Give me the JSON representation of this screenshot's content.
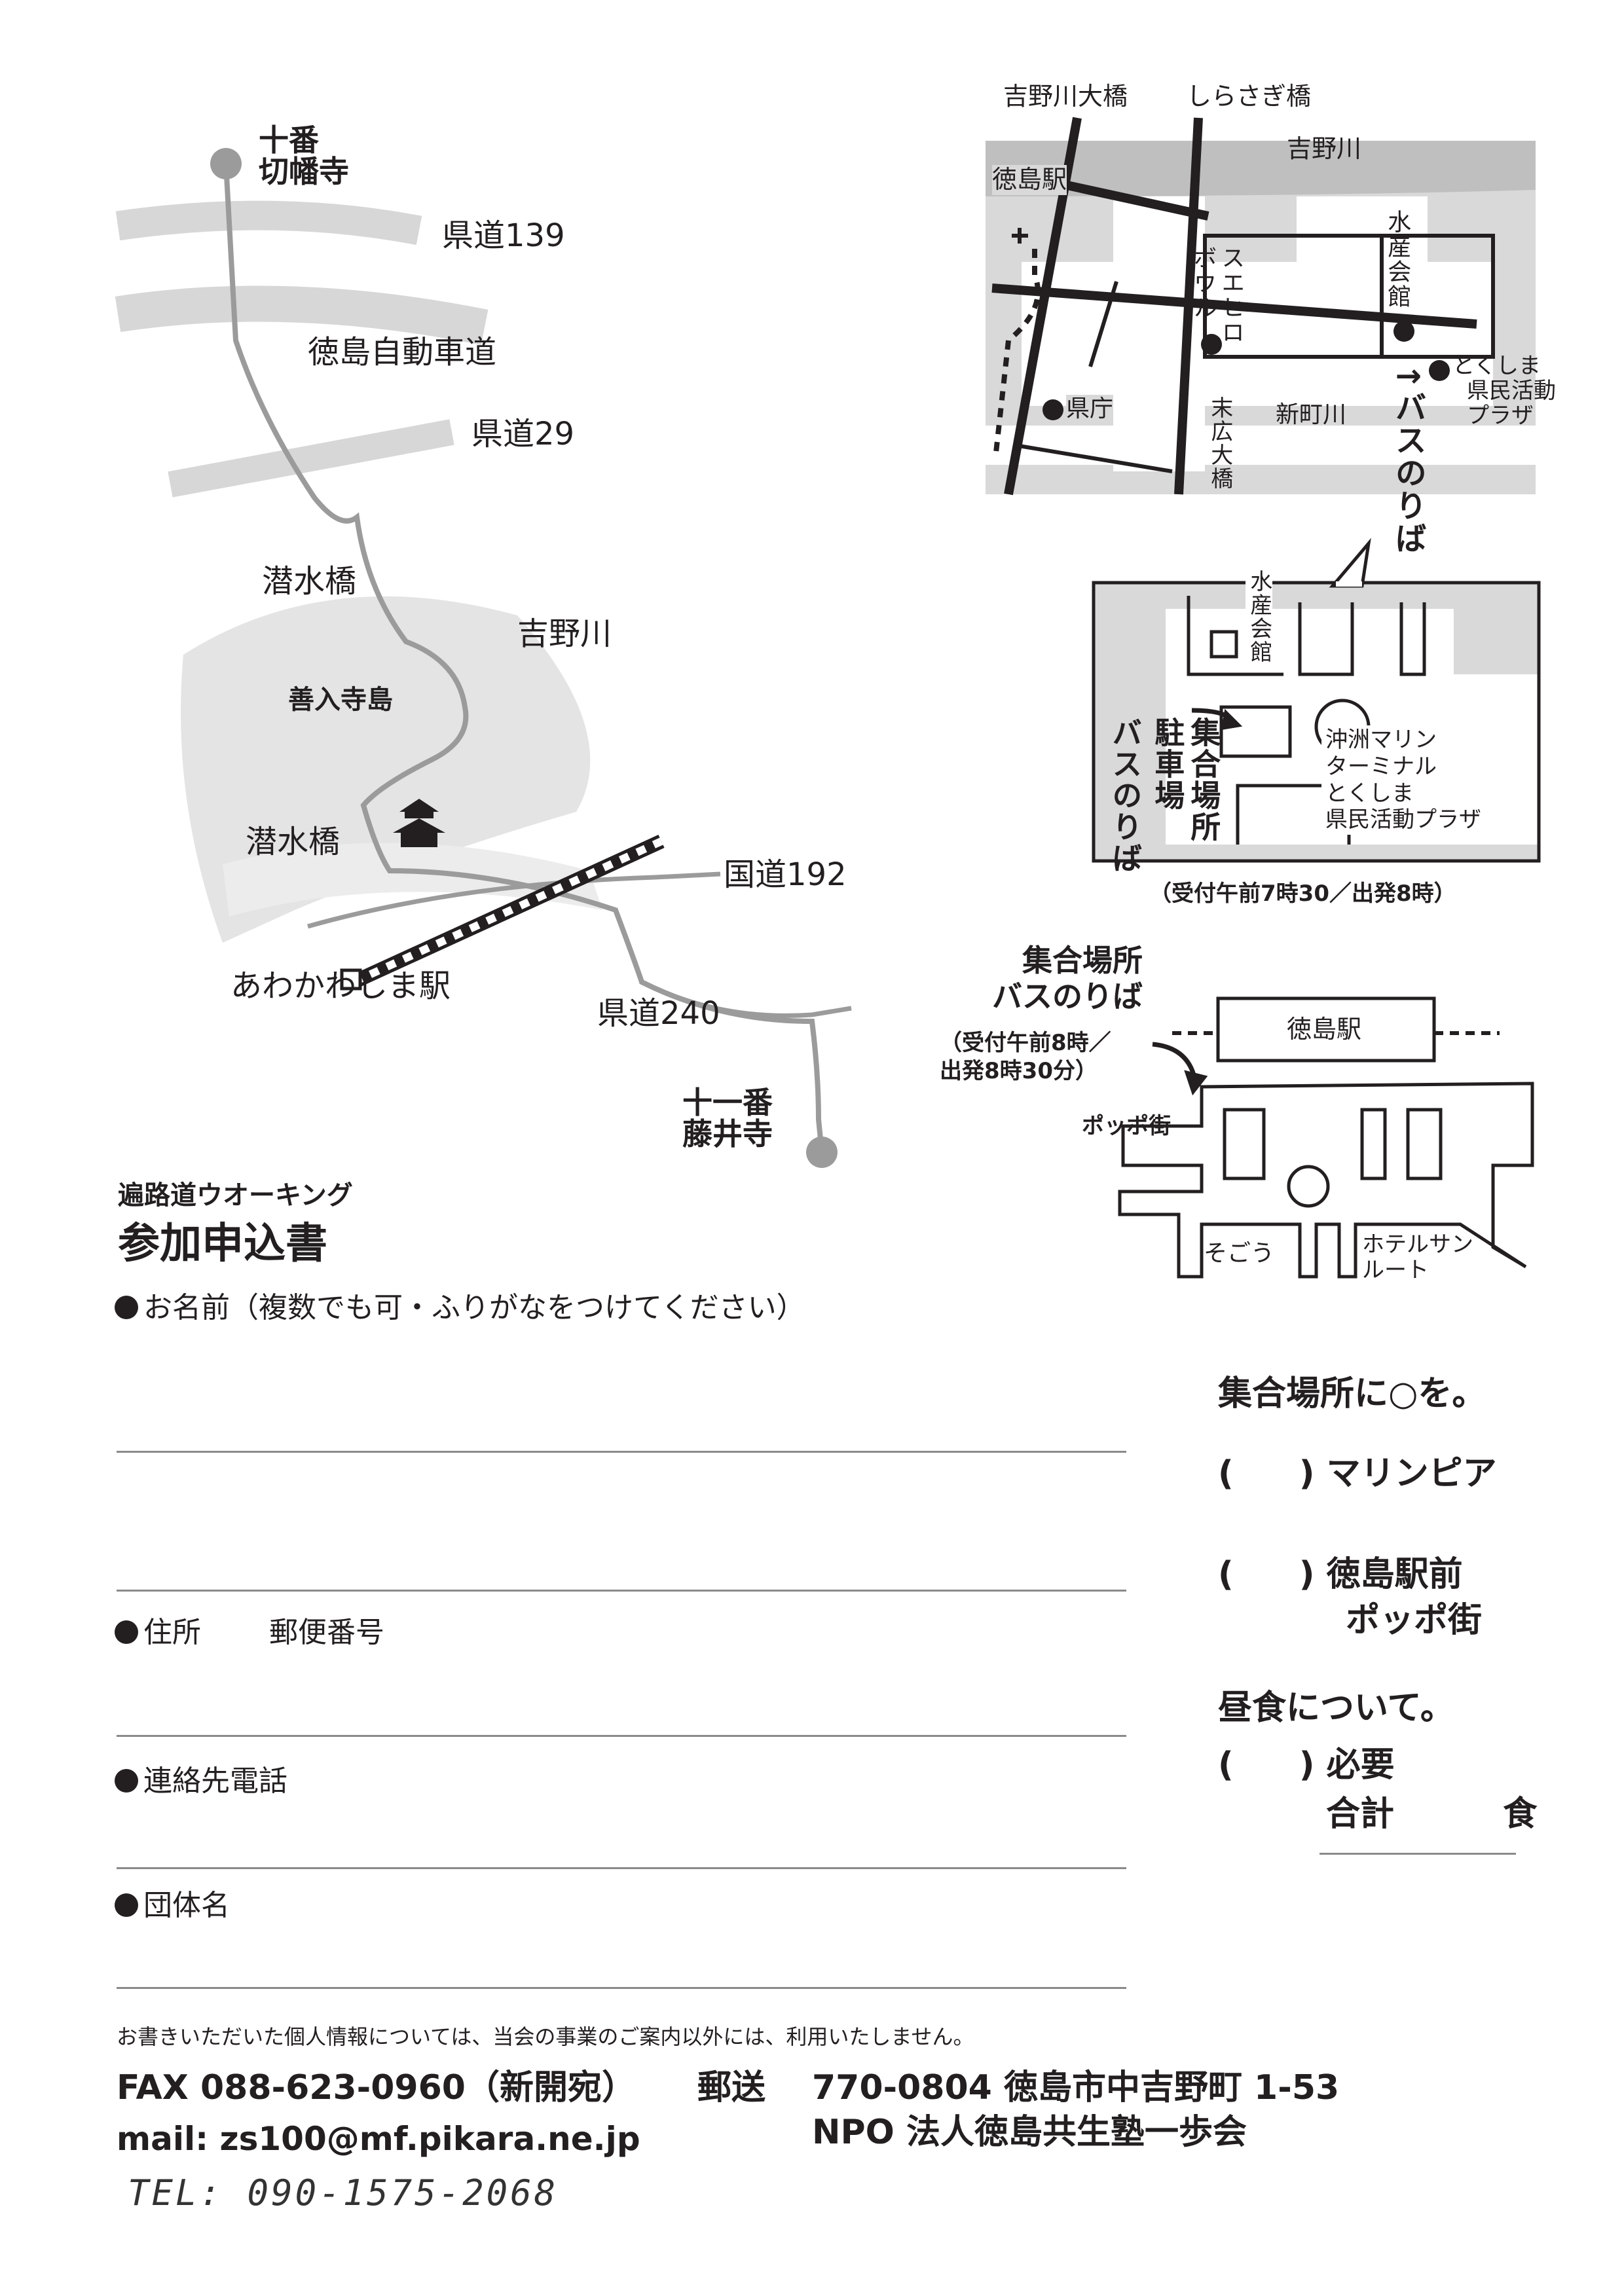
{
  "route_map": {
    "temple10": [
      "十番",
      "切幡寺"
    ],
    "temple11": [
      "十一番",
      "藤井寺"
    ],
    "road_kendo139": "県道139",
    "road_expressway": "徳島自動車道",
    "road_kendo29": "県道29",
    "bridge_upper": "潜水橋",
    "river": "吉野川",
    "island": "善入寺島",
    "bridge_lower": "潜水橋",
    "road_kokudo192": "国道192",
    "station": "あわかわしま駅",
    "road_kendo240": "県道240"
  },
  "city_map": {
    "bridge_yoshinogawa": "吉野川大橋",
    "bridge_shirasagi": "しらさぎ橋",
    "river": "吉野川",
    "tokushima_station": "徳島駅",
    "suisan_kaikan": "水産会館",
    "bowl": "ボウル",
    "sue": "スエヒロ",
    "kencho": "県庁",
    "suehiro_ohashi": "末広大橋",
    "shinmachigawa": "新町川",
    "kenmin_plaza": [
      "とくしま",
      "県民活動",
      "プラザ"
    ],
    "bus_stop": "↑バスのりば"
  },
  "marine_map": {
    "suisan_kaikan": "水産会館",
    "meeting_place": "集合場所",
    "parking": "駐車場",
    "bus_stop": "バスのりば",
    "terminal": [
      "沖洲マリン",
      "ターミナル",
      "とくしま",
      "県民活動プラザ"
    ],
    "time_note": "（受付午前7時30／出発8時）"
  },
  "station_map": {
    "title": [
      "集合場所",
      "バスのりば"
    ],
    "time_note": [
      "（受付午前8時／",
      "出発8時30分）"
    ],
    "station": "徳島駅",
    "poppo": "ポッポ街",
    "sogo": "そごう",
    "hotel": [
      "ホテルサン",
      "ルート"
    ]
  },
  "form": {
    "subtitle": "遍路道ウオーキング",
    "title": "参加申込書",
    "name_label": "お名前（複数でも可・ふりがなをつけてください）",
    "address_label": "住所",
    "postal_label": "郵便番号",
    "phone_label": "連絡先電話",
    "group_label": "団体名"
  },
  "side": {
    "meeting_title": "集合場所に○を。",
    "opt1_paren": "(",
    "opt1_close": ")",
    "opt1": "マリンピア",
    "opt2_paren": "(",
    "opt2_close": ")",
    "opt2": [
      "徳島駅前",
      "ポッポ街"
    ],
    "lunch_title": "昼食について。",
    "lunch_paren": "(",
    "lunch_close": ")",
    "lunch_opt": "必要",
    "total": "合計",
    "meal": "食"
  },
  "footer": {
    "privacy": "お書きいただいた個人情報については、当会の事業のご案内以外には、利用いたしません。",
    "fax": "FAX 088-623-0960（新開宛）",
    "mail": "mail:  zs100@mf.pikara.ne.jp",
    "tel": "TEL: 090-1575-2068",
    "post_label": "郵送",
    "post_address": "770-0804 徳島市中吉野町 1-53",
    "org": "NPO 法人徳島共生塾一歩会"
  }
}
